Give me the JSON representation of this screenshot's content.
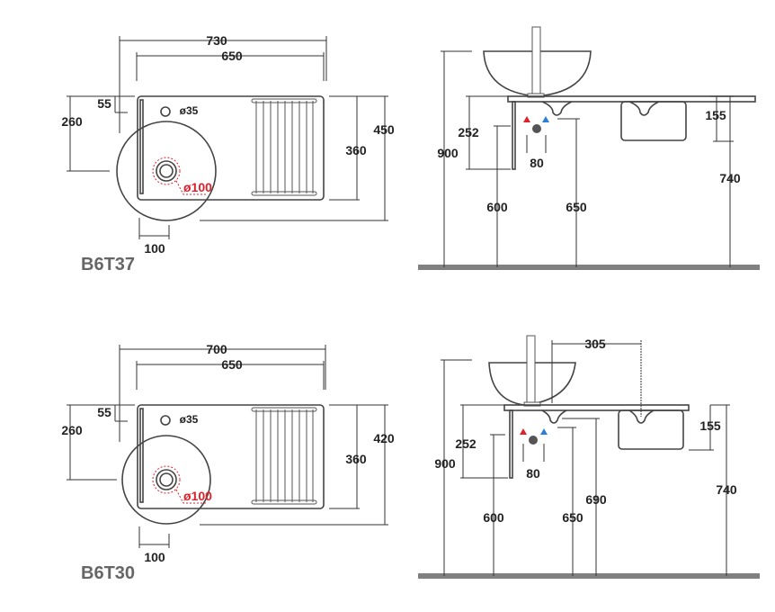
{
  "drawings": [
    {
      "model": "B6T37",
      "plan": {
        "overall_width": "730",
        "top_width": "650",
        "edge_offset": "55",
        "drain_offset": "260",
        "depth_inner": "360",
        "depth_overall": "450",
        "drain_x": "100",
        "tap_hole": "ø35",
        "drain_hole": "ø100"
      },
      "elevation": {
        "total_height": "900",
        "bracket_height": "252",
        "supply_height": "600",
        "supply_spacing": "80",
        "waste_height": "650",
        "rail_depth": "155",
        "counter_height": "740"
      }
    },
    {
      "model": "B6T30",
      "plan": {
        "overall_width": "700",
        "top_width": "650",
        "edge_offset": "55",
        "drain_offset": "260",
        "depth_inner": "360",
        "depth_overall": "420",
        "drain_x": "100",
        "tap_hole": "ø35",
        "drain_hole": "ø100"
      },
      "elevation": {
        "bowl_offset": "305",
        "total_height": "900",
        "bracket_height": "252",
        "supply_height": "600",
        "supply_spacing": "80",
        "waste_height": "650",
        "waste_height_2": "690",
        "rail_depth": "155",
        "counter_height": "740"
      }
    }
  ],
  "colors": {
    "hot": "#e0202a",
    "cold": "#2a7fd0",
    "floor": "#808080"
  }
}
